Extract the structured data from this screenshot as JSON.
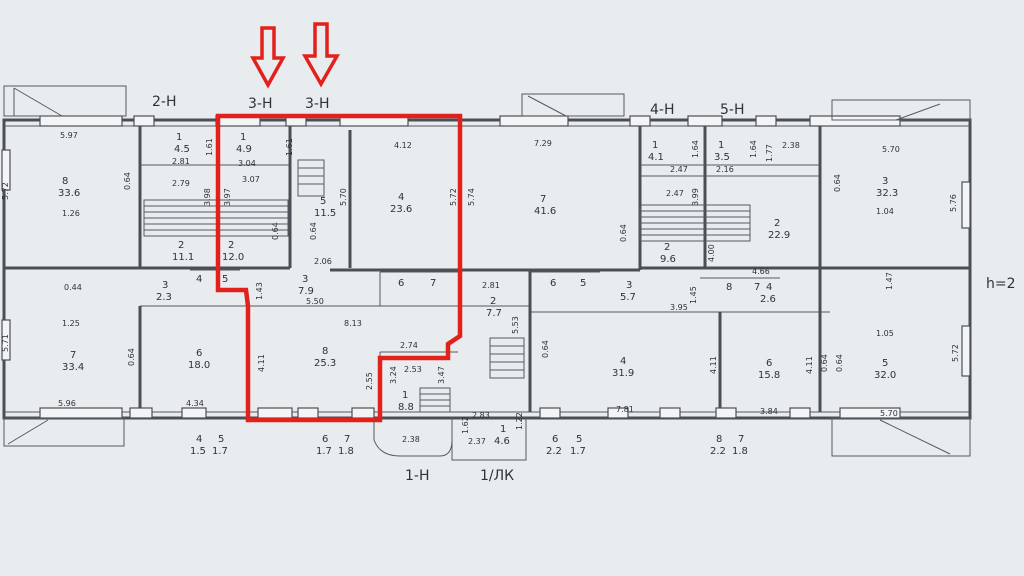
{
  "colors": {
    "paper": "#e9ecef",
    "lines": "#4a4f55",
    "highlight": "#e2201c"
  },
  "unit_labels": [
    "2-Н",
    "3-Н",
    "3-Н",
    "4-Н",
    "5-Н",
    "1-Н",
    "1/ЛК"
  ],
  "height_label": "h=2",
  "rooms": [
    {
      "num": "8",
      "area": "33.6"
    },
    {
      "num": "1",
      "area": "4.5"
    },
    {
      "num": "1",
      "area": "4.9"
    },
    {
      "num": "5",
      "area": "11.5"
    },
    {
      "num": "4",
      "area": "23.6"
    },
    {
      "num": "7",
      "area": "41.6"
    },
    {
      "num": "1",
      "area": "4.1"
    },
    {
      "num": "1",
      "area": "3.5"
    },
    {
      "num": "3",
      "area": "32.3"
    },
    {
      "num": "2",
      "area": "11.1"
    },
    {
      "num": "2",
      "area": "12.0"
    },
    {
      "num": "2",
      "area": "9.6"
    },
    {
      "num": "2",
      "area": "22.9"
    },
    {
      "num": "3",
      "area": "2.3"
    },
    {
      "num": "3",
      "area": "7.9"
    },
    {
      "num": "2",
      "area": "7.7"
    },
    {
      "num": "3",
      "area": "5.7"
    },
    {
      "num": "4",
      "area": "2.6"
    },
    {
      "num": "7",
      "area": "33.4"
    },
    {
      "num": "6",
      "area": "18.0"
    },
    {
      "num": "8",
      "area": "25.3"
    },
    {
      "num": "4",
      "area": "31.9"
    },
    {
      "num": "6",
      "area": "15.8"
    },
    {
      "num": "5",
      "area": "32.0"
    },
    {
      "num": "1",
      "area": "8.8"
    },
    {
      "num": "1",
      "area": "4.6"
    },
    {
      "num": "4",
      "area": "1.5"
    },
    {
      "num": "5",
      "area": "1.7"
    },
    {
      "num": "6",
      "area": "1.7"
    },
    {
      "num": "7",
      "area": "1.8"
    },
    {
      "num": "6",
      "area": "2.2"
    },
    {
      "num": "5",
      "area": "1.7"
    },
    {
      "num": "8",
      "area": "2.2"
    },
    {
      "num": "7",
      "area": "1.8"
    }
  ],
  "small_room_numbers": [
    "4",
    "5",
    "6",
    "7",
    "6",
    "5",
    "8",
    "7"
  ],
  "dimensions": [
    "5.97",
    "5.72",
    "1.26",
    "0.64",
    "2.81",
    "2.79",
    "3.04",
    "3.07",
    "1.61",
    "1.61",
    "3.98",
    "3.97",
    "4.12",
    "5.70",
    "5.72",
    "5.74",
    "7.29",
    "2.47",
    "1.64",
    "2.16",
    "1.64",
    "1.77",
    "2.38",
    "5.70",
    "0.64",
    "1.04",
    "5.76",
    "2.47",
    "3.99",
    "0.64",
    "0.64",
    "2.06",
    "0.64",
    "4.00",
    "4.66",
    "0.44",
    "1.43",
    "5.50",
    "2.81",
    "1.45",
    "3.95",
    "1.47",
    "0.64",
    "1.25",
    "8.13",
    "5.53",
    "1.05",
    "5.71",
    "0.64",
    "4.11",
    "2.74",
    "0.64",
    "4.11",
    "4.11",
    "0.64",
    "5.72",
    "3.24",
    "2.55",
    "2.53",
    "3.47",
    "5.96",
    "4.34",
    "2.83",
    "1.62",
    "2.37",
    "1.22",
    "7.81",
    "3.84",
    "5.70",
    "2.38"
  ]
}
